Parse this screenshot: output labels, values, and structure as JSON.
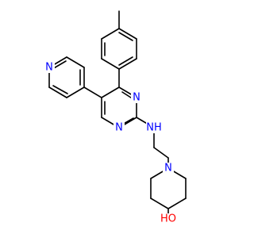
{
  "colors": {
    "background": "#ffffff",
    "bond": "#000000",
    "nitrogen": "#0000ff",
    "oxygen": "#ff0000"
  },
  "atoms": {
    "n_pyridine": "N",
    "n_pyrimidine_upper": "N",
    "n_pyrimidine_lower": "N",
    "nh_linker": "NH",
    "n_piperidine": "N",
    "oh_group": "HO"
  }
}
